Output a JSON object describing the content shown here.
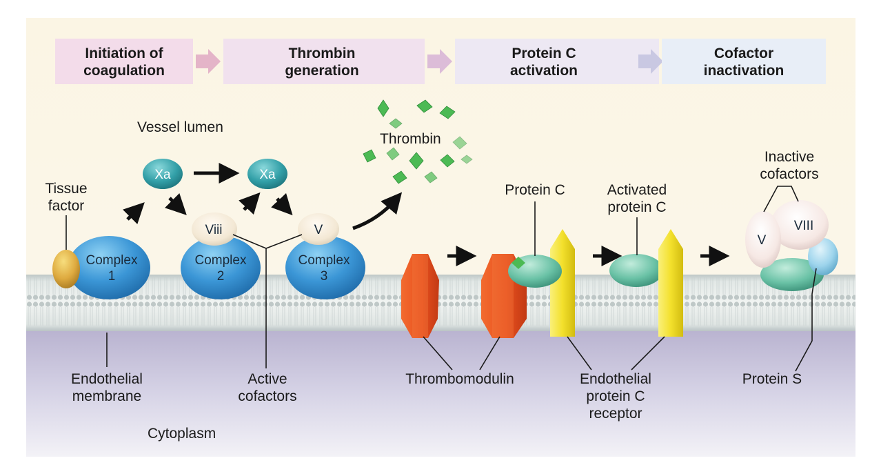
{
  "stages": [
    {
      "line1": "Initiation of",
      "line2": "coagulation"
    },
    {
      "line1": "Thrombin",
      "line2": "generation"
    },
    {
      "line1": "Protein C",
      "line2": "activation"
    },
    {
      "line1": "Cofactor",
      "line2": "inactivation"
    }
  ],
  "labels": {
    "vessel_lumen": "Vessel lumen",
    "tissue_factor_1": "Tissue",
    "tissue_factor_2": "factor",
    "xa_1": "Xa",
    "xa_2": "Xa",
    "complex_word": "Complex",
    "complex_1": "1",
    "complex_2": "2",
    "complex_3": "3",
    "viii_small": "Viii",
    "v_small": "V",
    "thrombin": "Thrombin",
    "protein_c": "Protein C",
    "activated_pc_1": "Activated",
    "activated_pc_2": "protein C",
    "inactive_1": "Inactive",
    "inactive_2": "cofactors",
    "v_big": "V",
    "viii_big": "VIII",
    "endothelial_membrane_1": "Endothelial",
    "endothelial_membrane_2": "membrane",
    "active_cofactors_1": "Active",
    "active_cofactors_2": "cofactors",
    "thrombomodulin": "Thrombomodulin",
    "epcr_1": "Endothelial",
    "epcr_2": "protein C",
    "epcr_3": "receptor",
    "protein_s": "Protein S",
    "cytoplasm": "Cytoplasm"
  },
  "colors": {
    "lumen_background": "#fbf6e6",
    "membrane": "#d5dbd9",
    "cytoplasm": "#c3bfd7",
    "stage_1": "#f3dcea",
    "stage_2": "#f1e1ee",
    "stage_3": "#ede8f3",
    "stage_4": "#e8eef7",
    "complex_blue": "#3f98d6",
    "xa_teal": "#3aa3aa",
    "cofactor_cream": "#f6ecd8",
    "tissue_factor": "#e0b14a",
    "thrombomodulin": "#ea5424",
    "epcr_yellow": "#f4e32c",
    "protein_c_green": "#6fc4a8",
    "thrombin_green": "#4dbb55",
    "protein_s_blue": "#9ed4ec"
  }
}
